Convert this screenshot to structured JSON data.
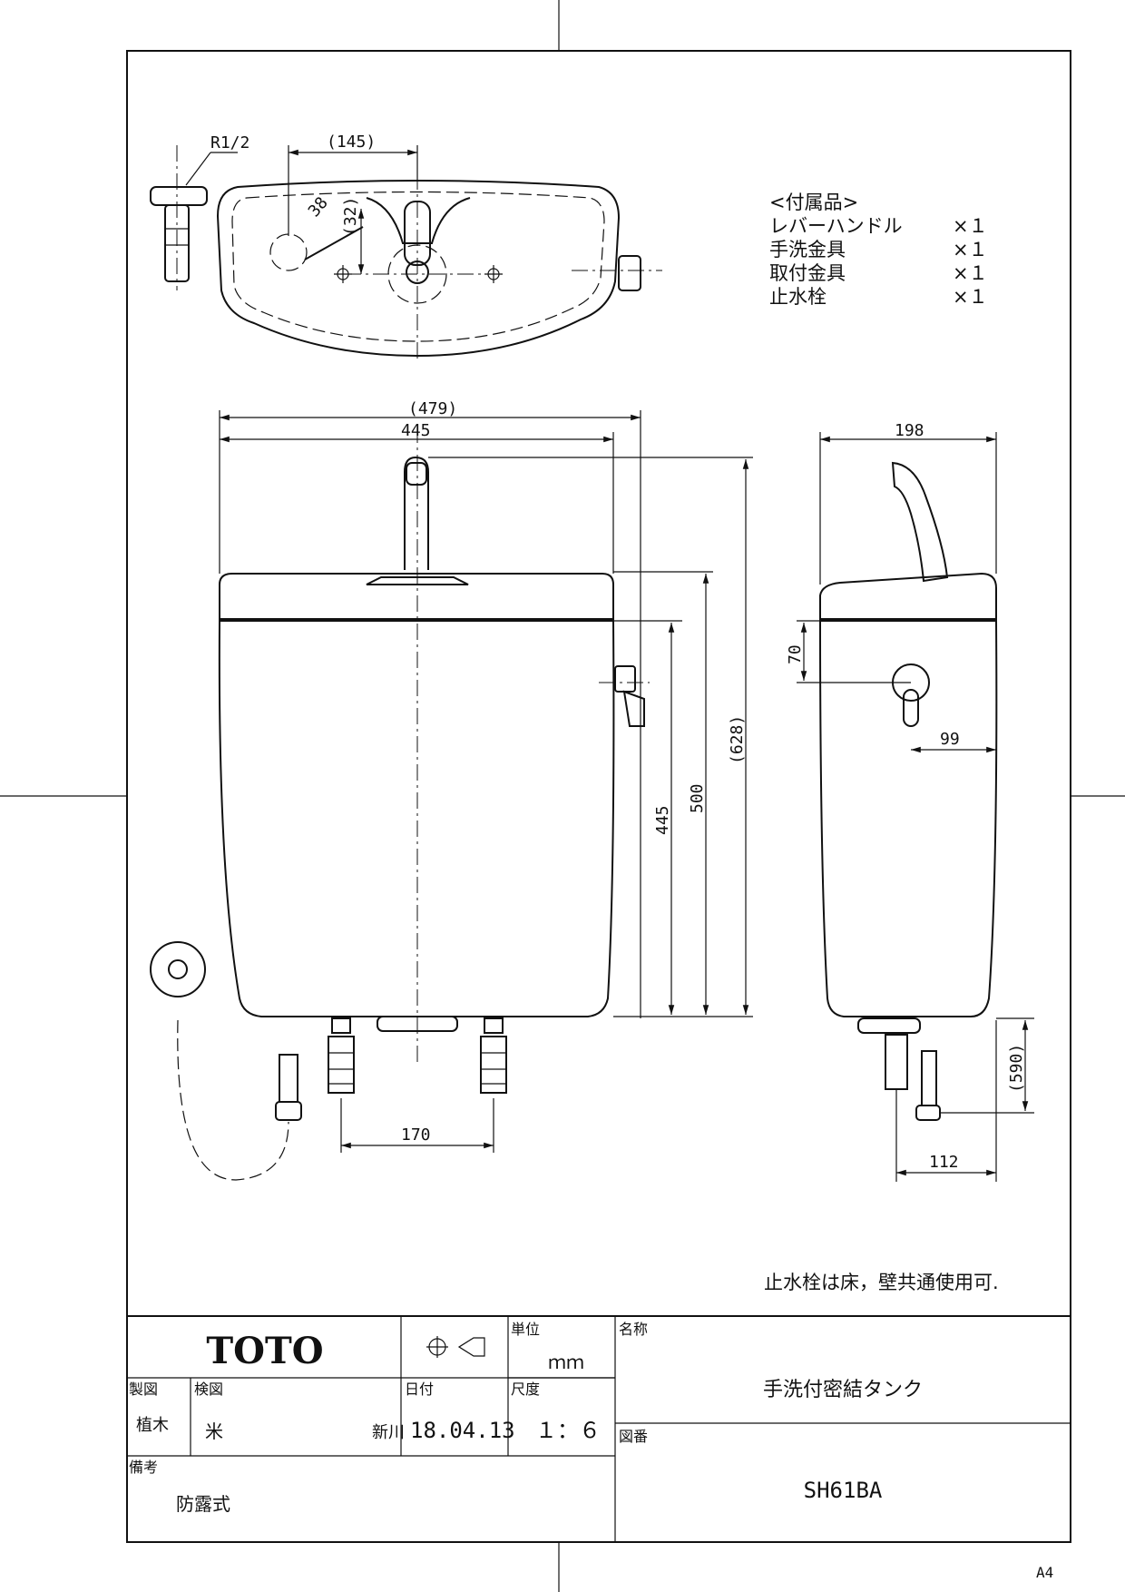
{
  "drawing": {
    "accessories": {
      "heading": "<付属品>",
      "items": [
        {
          "name": "レバーハンドル",
          "qty": "×１"
        },
        {
          "name": "手洗金具",
          "qty": "×１"
        },
        {
          "name": "取付金具",
          "qty": "×１"
        },
        {
          "name": "止水栓",
          "qty": "×１"
        }
      ]
    },
    "dimensions": {
      "thread": "R1/2",
      "top_offset": "(145)",
      "top_depth": "(32)",
      "hole_dia": "38",
      "overall_width": "(479)",
      "body_width": "445",
      "side_depth": "198",
      "lever_height": "70",
      "lever_offset": "99",
      "total_height": "(628)",
      "lid_height": "500",
      "body_height": "445",
      "bolt_spacing": "170",
      "valve_height": "(590)",
      "valve_offset": "112"
    },
    "note": "止水栓は床，壁共通使用可."
  },
  "title_block": {
    "logo": "TOTO",
    "unit_label": "単位",
    "unit_value": "ｍｍ",
    "name_label": "名称",
    "name_value": "手洗付密結タンク",
    "drawn_label": "製図",
    "drawn_by": "植木",
    "checked_label": "検図",
    "checked_by_1": "米",
    "checked_by_2": "新川",
    "date_label": "日付",
    "date_value": "18.04.13",
    "scale_label": "尺度",
    "scale_value": "１：６",
    "number_label": "図番",
    "number_value": "SH61BA",
    "remarks_label": "備考",
    "remarks_value": "防露式"
  },
  "paper_size": "A4"
}
